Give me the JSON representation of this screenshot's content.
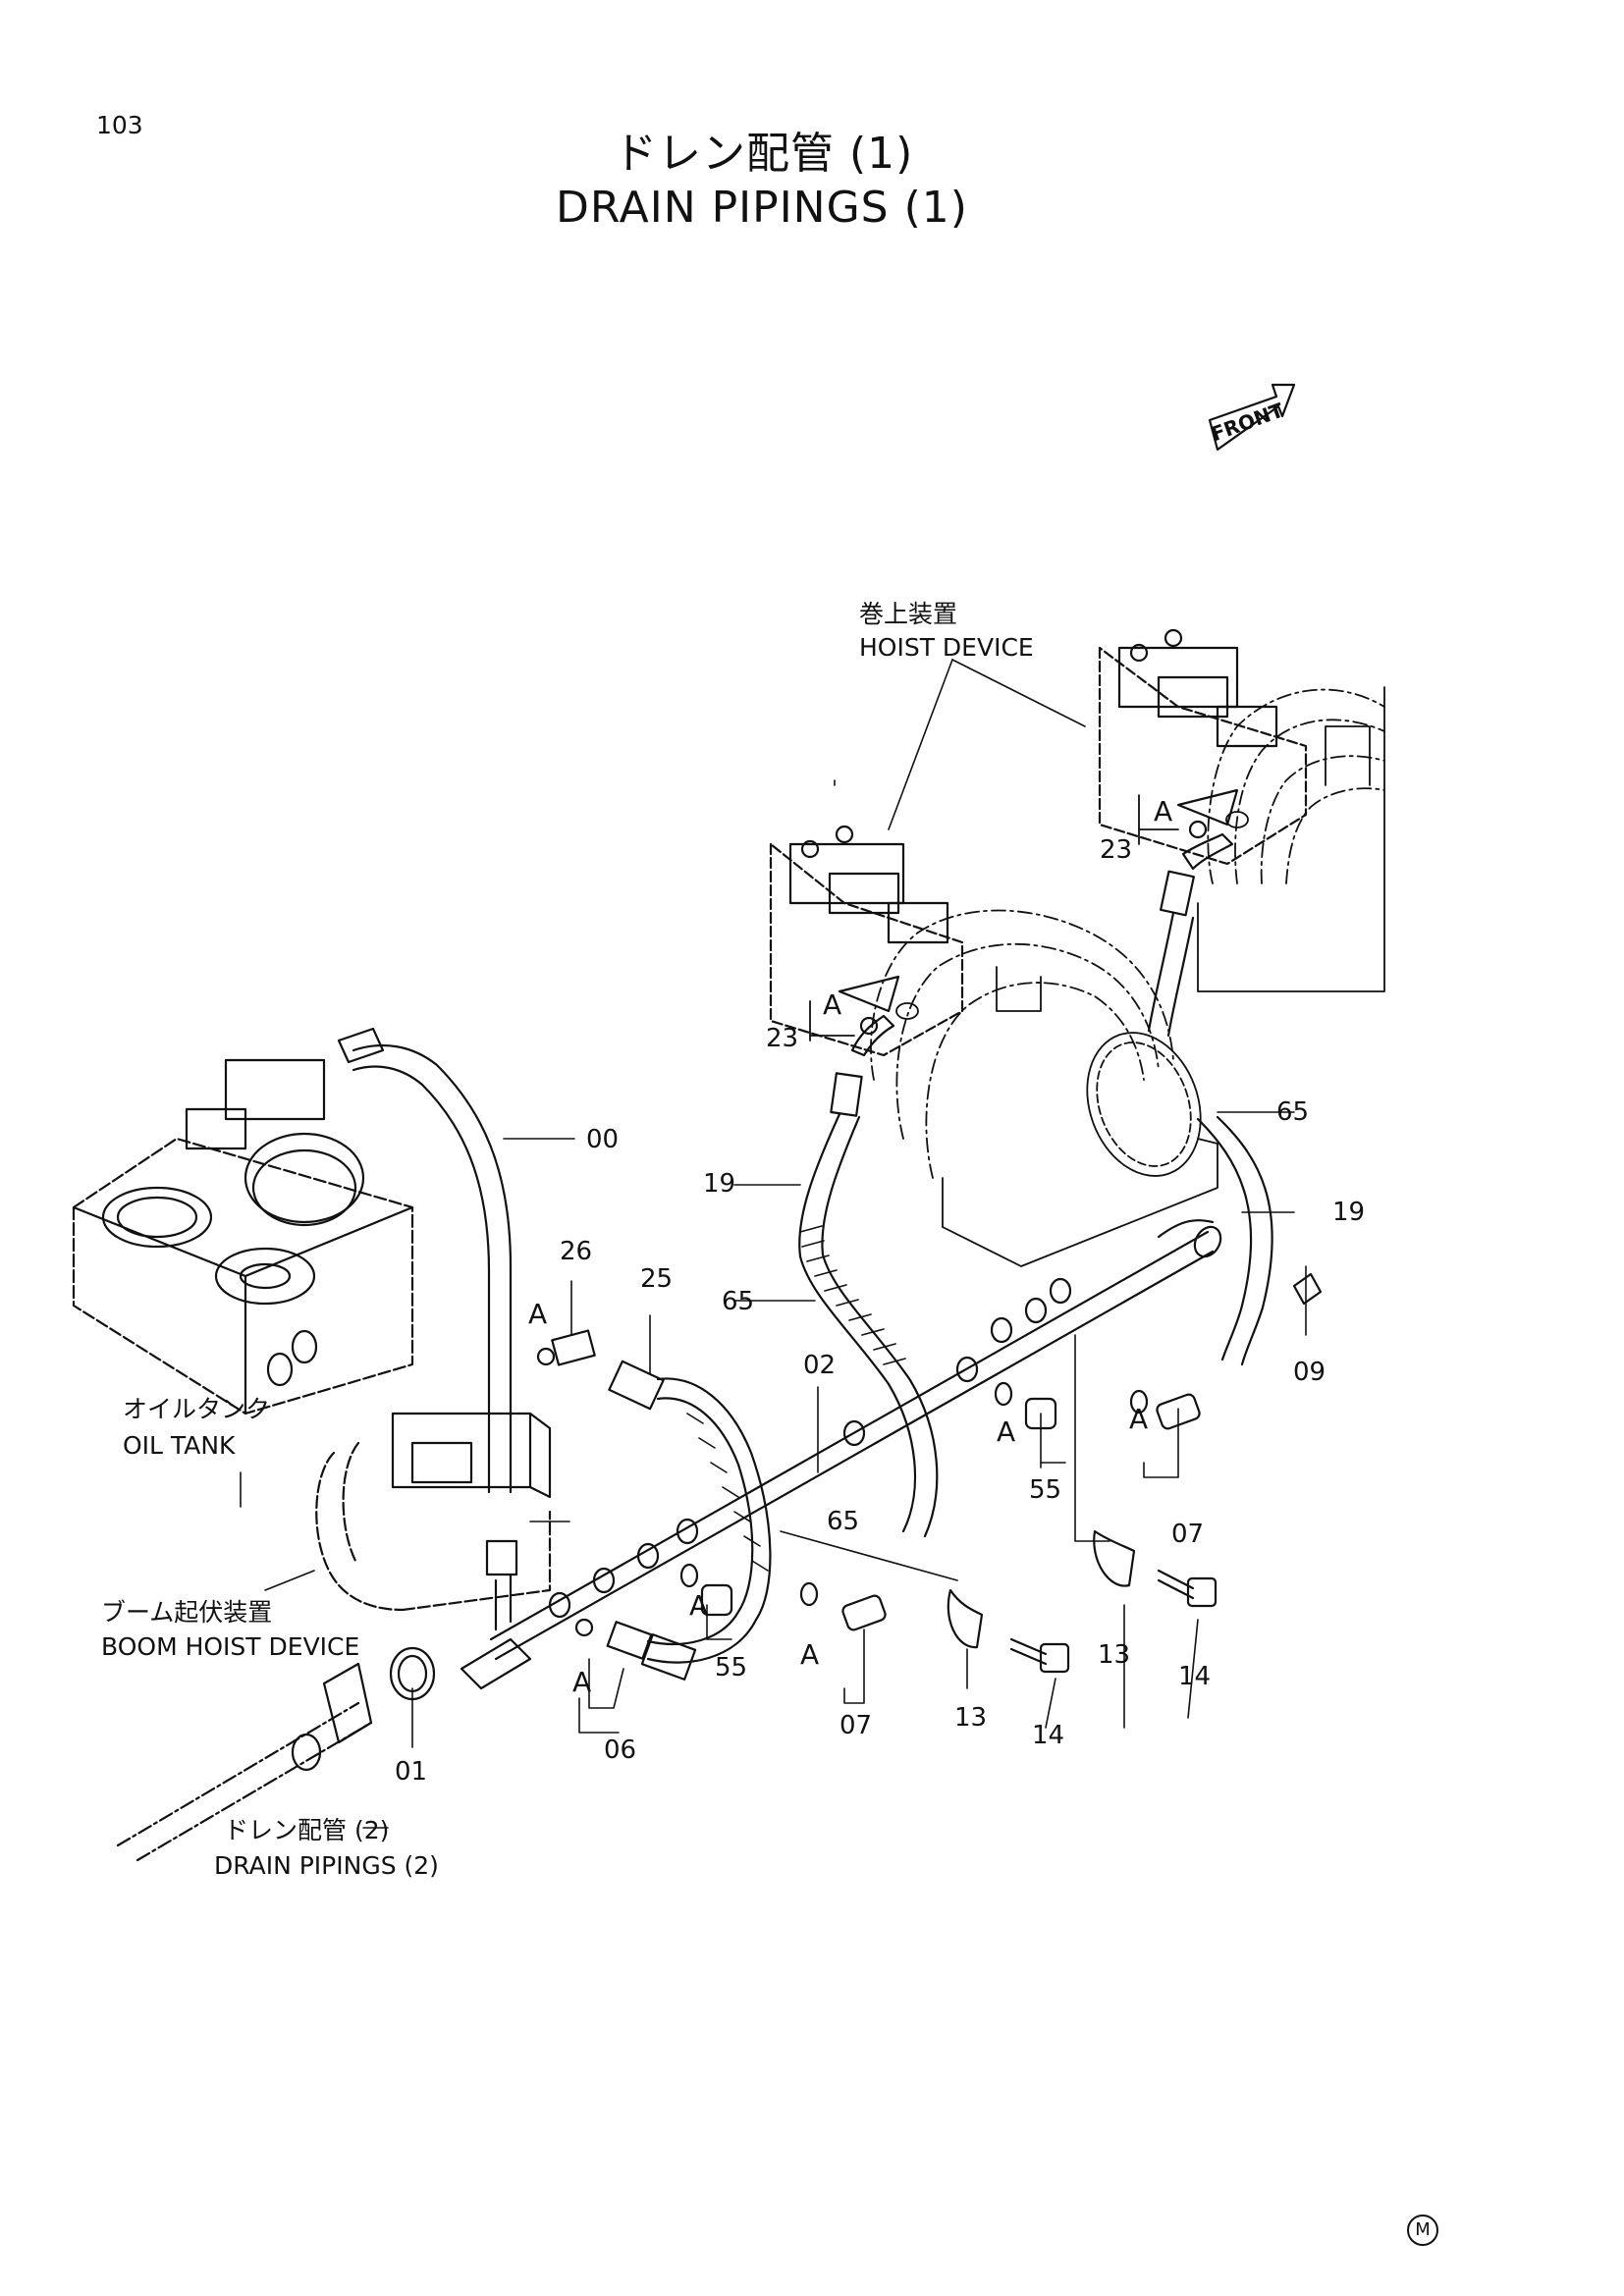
{
  "page_number": "103",
  "title": {
    "ja": "ドレン配管 (1)",
    "en": "DRAIN  PIPINGS  (1)"
  },
  "front_label": "FRONT",
  "labels": {
    "hoist_device_ja": "巻上装置",
    "hoist_device_en": "HOIST  DEVICE",
    "oil_tank_ja": "オイルタンク",
    "oil_tank_en": "OIL  TANK",
    "boom_hoist_ja": "ブーム起伏装置",
    "boom_hoist_en": "BOOM  HOIST  DEVICE",
    "drain2_ja": "ドレン配管 (2)",
    "drain2_en": "DRAIN  PIPINGS (2)"
  },
  "parts": {
    "p00": "00",
    "p01": "01",
    "p02": "02",
    "p06": "06",
    "p07a": "07",
    "p07b": "07",
    "p09": "09",
    "p13a": "13",
    "p13b": "13",
    "p14a": "14",
    "p14b": "14",
    "p19a": "19",
    "p19b": "19",
    "p23a": "23",
    "p23b": "23",
    "p25": "25",
    "p26": "26",
    "p55a": "55",
    "p55b": "55",
    "p65a": "65",
    "p65b": "65",
    "p65c": "65"
  },
  "detail_ref": "A",
  "corner_mark": "M"
}
